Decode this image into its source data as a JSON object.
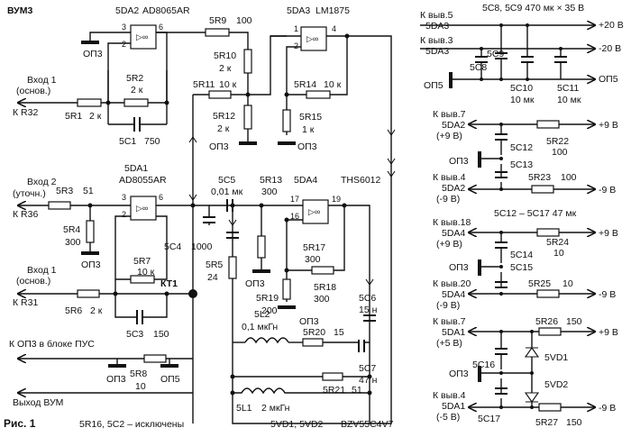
{
  "figure": {
    "label": "Рис. 1",
    "block": "ВУМ3",
    "footnote": "5R16, 5C2 – исключены",
    "zener_note": "5VD1, 5VD2",
    "zener_type": "BZV55C4V7"
  },
  "chips": {
    "da2": {
      "ref": "5DA2",
      "part": "AD8065AR",
      "pin_in_pos": "3",
      "pin_in_neg": "2",
      "pin_out": "6"
    },
    "da3": {
      "ref": "5DA3",
      "part": "LM1875",
      "pin_in_pos": "1",
      "pin_in_neg": "2",
      "pin_out": "4"
    },
    "da1": {
      "ref": "5DA1",
      "part": "AD8055AR",
      "pin_in_pos": "3",
      "pin_in_neg": "2",
      "pin_out": "6"
    },
    "da4": {
      "ref": "5DA4",
      "part": "THS6012",
      "pin_in_pos": "17",
      "pin_in_neg": "16",
      "pin_out": "19"
    }
  },
  "ports": {
    "in1_main_top": {
      "name": "Вход 1",
      "sub": "(основ.)",
      "to": "К R32"
    },
    "in2_fine": {
      "name": "Вход 2",
      "sub": "(уточн.)",
      "to": "К R36"
    },
    "in1_main_bot": {
      "name": "Вход 1",
      "sub": "(основ.)",
      "to": "К R31"
    },
    "opamp_pus": "К ОП3 в блоке ПУС",
    "output": "Выход  ВУМ",
    "kt1": "КТ1"
  },
  "gnd_label": "ОП3",
  "gnd5_label": "ОП5",
  "components": {
    "r1": {
      "ref": "5R1",
      "val": "2 к"
    },
    "r2": {
      "ref": "5R2",
      "val": "2 к"
    },
    "c1": {
      "ref": "5C1",
      "val": "750"
    },
    "r9": {
      "ref": "5R9",
      "val": "100"
    },
    "r10": {
      "ref": "5R10",
      "val": "2 к"
    },
    "r11": {
      "ref": "5R11",
      "val": "10 к"
    },
    "r12": {
      "ref": "5R12",
      "val": "2 к"
    },
    "r14": {
      "ref": "5R14",
      "val": "10 к"
    },
    "r15": {
      "ref": "5R15",
      "val": "1 к"
    },
    "r3": {
      "ref": "5R3",
      "val": "51"
    },
    "r4": {
      "ref": "5R4",
      "val": "300"
    },
    "c4": {
      "ref": "5C4",
      "val": "1000"
    },
    "c5": {
      "ref": "5C5",
      "val": "0,01 мк"
    },
    "r13": {
      "ref": "5R13",
      "val": "300"
    },
    "r17": {
      "ref": "5R17",
      "val": "300"
    },
    "r18": {
      "ref": "5R18",
      "val": "300"
    },
    "r19": {
      "ref": "5R19",
      "val": "200"
    },
    "r7": {
      "ref": "5R7",
      "val": "10 к"
    },
    "r6": {
      "ref": "5R6",
      "val": "2 к"
    },
    "c3": {
      "ref": "5C3",
      "val": "150"
    },
    "r5": {
      "ref": "5R5",
      "val": "24"
    },
    "c6": {
      "ref": "5C6",
      "val": "15 н"
    },
    "c7": {
      "ref": "5C7",
      "val": "47 н"
    },
    "l2": {
      "ref": "5L2",
      "val": "0,1 мкГн"
    },
    "r20": {
      "ref": "5R20",
      "val": "15"
    },
    "l1": {
      "ref": "5L1",
      "val": "2 мкГн"
    },
    "r21": {
      "ref": "5R21",
      "val": "51"
    },
    "r8": {
      "ref": "5R8",
      "val": "10"
    }
  },
  "power": {
    "block1": {
      "pin_top": "К выв.5",
      "chip_top": "5DA3",
      "pin_bot": "К выв.3",
      "chip_bot": "5DA3",
      "caps_note": "5C8, 5C9  470 мк × 35 В",
      "v_pos": "+20 В",
      "v_neg": "-20 В",
      "c8": "5C8",
      "c9": "5C9",
      "c10": "5C10",
      "c10_val": "10 мк",
      "c11": "5C11",
      "c11_val": "10 мк",
      "gnd": "ОП5",
      "gnd_left": "ОП5"
    },
    "block2": {
      "pin_top": "К выв.7",
      "chip_top": "5DA2",
      "v_top_note": "(+9 В)",
      "pin_bot": "К выв.4",
      "chip_bot": "5DA2",
      "v_bot_note": "(-9 В)",
      "c12": "5C12",
      "c13": "5C13",
      "r22": "5R22",
      "r22_val": "100",
      "r23": "5R23",
      "r23_val": "100",
      "v_pos": "+9 В",
      "v_neg": "-9 В",
      "gnd": "ОП3"
    },
    "caps_note2": "5C12 – 5C17  47 мк",
    "block3": {
      "pin_top": "К выв.18",
      "chip_top": "5DA4",
      "v_top_note": "(+9 В)",
      "pin_bot": "К выв.20",
      "chip_bot": "5DA4",
      "v_bot_note": "(-9 В)",
      "c14": "5C14",
      "c15": "5C15",
      "r24": "5R24",
      "r24_val": "10",
      "r25": "5R25",
      "r25_val": "10",
      "v_pos": "+9 В",
      "v_neg": "-9 В",
      "gnd": "ОП3"
    },
    "block4": {
      "pin_top": "К выв.7",
      "chip_top": "5DA1",
      "v_top_note": "(+5 В)",
      "pin_bot": "К выв.4",
      "chip_bot": "5DA1",
      "v_bot_note": "(-5 В)",
      "c16": "5C16",
      "c17": "5C17",
      "r26": "5R26",
      "r26_val": "150",
      "r27": "5R27",
      "r27_val": "150",
      "vd1": "5VD1",
      "vd2": "5VD2",
      "v_pos": "+9 В",
      "v_neg": "-9 В",
      "gnd": "ОП3"
    }
  }
}
